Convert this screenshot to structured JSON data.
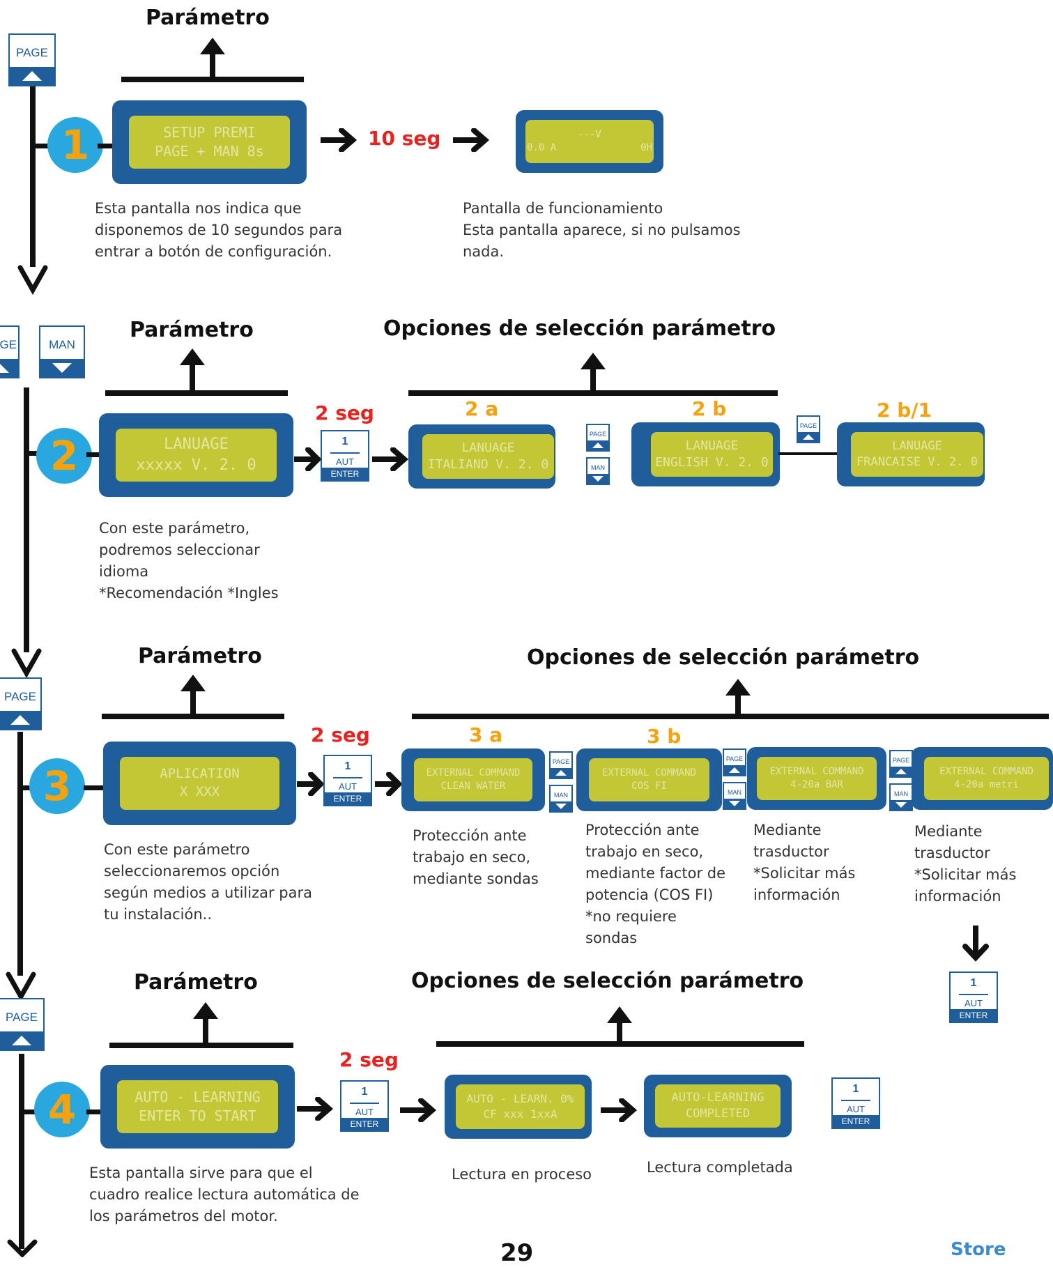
{
  "params": {
    "parametro": "Parámetro",
    "opciones": "Opciones de selección parámetro"
  },
  "buttons": {
    "page": "PAGE",
    "man": "MAN",
    "one": "1",
    "aut": "AUT",
    "enter": "ENTER"
  },
  "steps": {
    "s1": {
      "num": "1",
      "lcd_line1": "SETUP PREMI",
      "lcd_line2": "PAGE + MAN 8s",
      "delay": "10 seg",
      "run_line1": "---V",
      "run_line2_left": "0.0 A",
      "run_line2_right": "0H",
      "desc_left": [
        "Esta pantalla nos indica que",
        "disponemos de 10 segundos para",
        "entrar a botón de configuración."
      ],
      "desc_right": [
        "Pantalla de funcionamiento",
        "Esta pantalla aparece, si no pulsamos",
        "nada."
      ]
    },
    "s2": {
      "num": "2",
      "lcd_line1": "LANUAGE",
      "lcd_line2": "xxxxx V. 2. 0",
      "delay": "2 seg",
      "label_a": "2 a",
      "label_b": "2 b",
      "label_b1": "2 b/1",
      "opt_a_1": "LANUAGE",
      "opt_a_2": "ITALIANO V. 2. 0",
      "opt_b_1": "LANUAGE",
      "opt_b_2": "ENGLISH V. 2. 0",
      "opt_c_1": "LANUAGE",
      "opt_c_2": "FRANCAISE V. 2. 0",
      "desc": [
        "Con este parámetro,",
        "podremos seleccionar",
        "idioma",
        "*Recomendación *Ingles"
      ]
    },
    "s3": {
      "num": "3",
      "lcd_line1": "APLICATION",
      "lcd_line2": "X XXX",
      "delay": "2 seg",
      "label_a": "3 a",
      "label_b": "3 b",
      "opt1_1": "EXTERNAL COMMAND",
      "opt1_2": "CLEAN WATER",
      "opt2_1": "EXTERNAL COMMAND",
      "opt2_2": "COS FI",
      "opt3_1": "EXTERNAL COMMAND",
      "opt3_2": "4-20a BAR",
      "opt4_1": "EXTERNAL COMMAND",
      "opt4_2": "4-20a metri",
      "desc": [
        "Con este parámetro",
        "seleccionaremos opción",
        "según medios a utilizar para",
        "tu instalación.."
      ],
      "desc1": [
        "Protección ante",
        "trabajo en seco,",
        "mediante sondas"
      ],
      "desc2": [
        "Protección ante",
        "trabajo en seco,",
        "mediante factor de",
        "potencia (COS FI)",
        "*no requiere",
        "sondas"
      ],
      "desc3": [
        "Mediante",
        "trasductor",
        "*Solicitar más",
        "información"
      ],
      "desc4": [
        "Mediante",
        "trasductor",
        "*Solicitar más",
        "información"
      ]
    },
    "s4": {
      "num": "4",
      "lcd_line1": "AUTO - LEARNING",
      "lcd_line2": "ENTER  TO  START",
      "delay": "2 seg",
      "opt1_1": "AUTO - LEARN. 0%",
      "opt1_2": "CF xxx 1xxA",
      "opt2_1": "AUTO-LEARNING",
      "opt2_2": "COMPLETED",
      "desc": [
        "Esta pantalla sirve para que el",
        "cuadro realice lectura automática de",
        "los parámetros del motor."
      ],
      "desc1": "Lectura en proceso",
      "desc2": "Lectura completada"
    }
  },
  "footer": {
    "page_number": "29",
    "logo": "Store"
  }
}
